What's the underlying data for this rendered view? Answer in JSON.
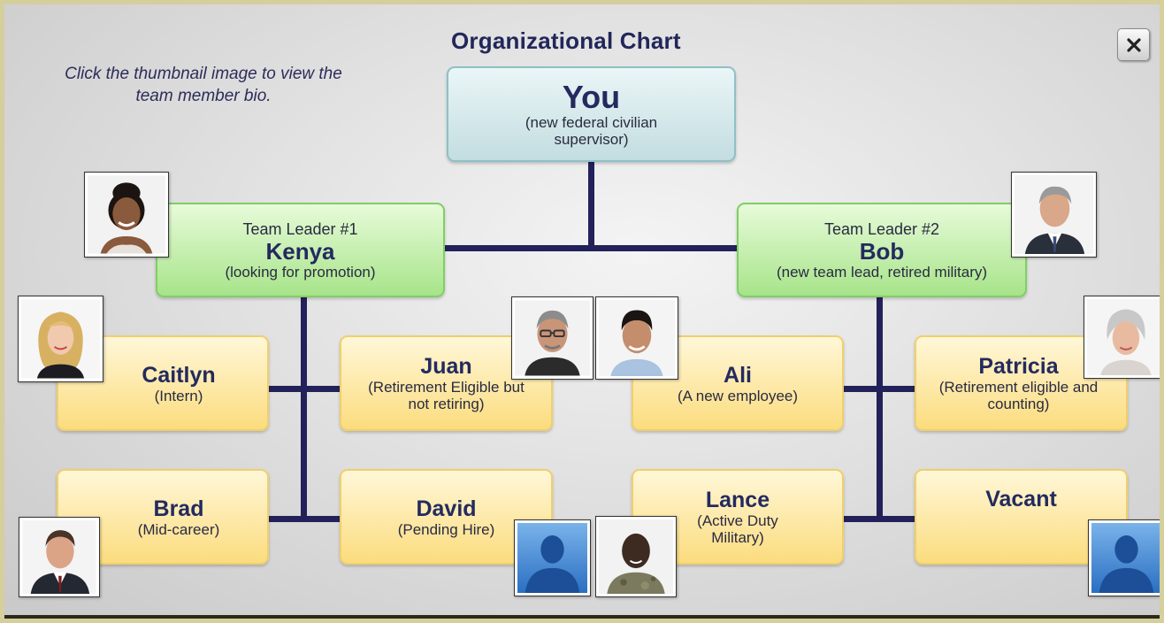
{
  "header": {
    "title": "Organizational Chart",
    "instructions": "Click the thumbnail image to view the team member bio."
  },
  "close_icon": "close-icon",
  "root": {
    "name": "You",
    "description": "(new federal civilian supervisor)"
  },
  "leaders": [
    {
      "role": "Team Leader #1",
      "name": "Kenya",
      "description": "(looking for promotion)",
      "photo": "woman-dark-hair-icon"
    },
    {
      "role": "Team Leader #2",
      "name": "Bob",
      "description": "(new team lead, retired military)",
      "photo": "man-gray-hair-icon"
    }
  ],
  "members": [
    {
      "name": "Caitlyn",
      "description": "(Intern)",
      "photo": "woman-blonde-icon"
    },
    {
      "name": "Juan",
      "description": "(Retirement Eligible but not retiring)",
      "photo": "man-glasses-icon"
    },
    {
      "name": "Ali",
      "description": "(A new employee)",
      "photo": "man-dark-hair-icon"
    },
    {
      "name": "Patricia",
      "description": "(Retirement eligible and counting)",
      "photo": "woman-gray-hair-icon"
    },
    {
      "name": "Brad",
      "description": "(Mid-career)",
      "photo": "man-suit-icon"
    },
    {
      "name": "David",
      "description": "(Pending Hire)",
      "photo": "silhouette-placeholder-icon"
    },
    {
      "name": "Lance",
      "description": "(Active Duty Military)",
      "photo": "soldier-icon"
    },
    {
      "name": "Vacant",
      "description": "",
      "photo": "silhouette-placeholder-icon"
    }
  ],
  "colors": {
    "title": "#22275a",
    "connector": "#23215a",
    "you_box": "#c3dde0",
    "leader_box": "#a7e48a",
    "member_box": "#fbdc7e",
    "placeholder": "#2b6fc2"
  }
}
